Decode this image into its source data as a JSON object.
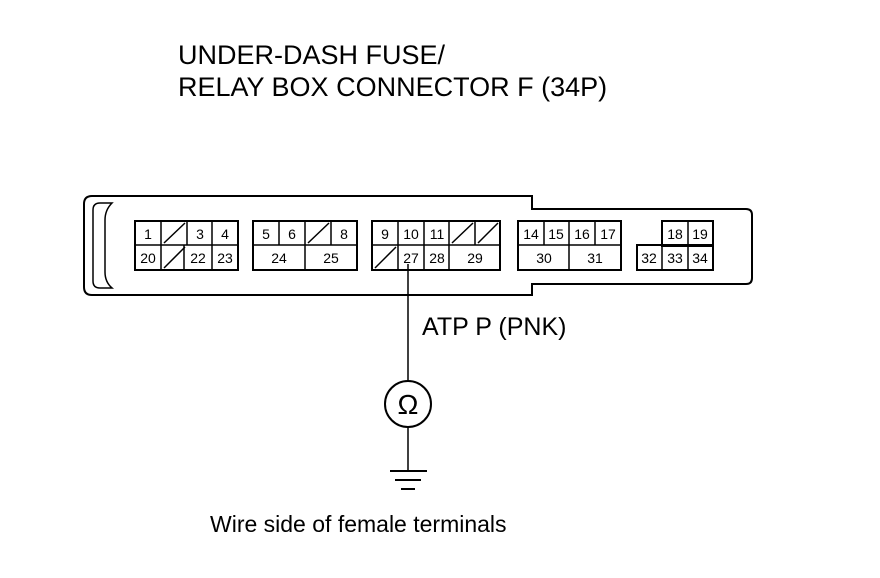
{
  "title": {
    "line1": "UNDER-DASH FUSE/",
    "line2": "RELAY BOX CONNECTOR F (34P)"
  },
  "wire_label": "ATP P (PNK)",
  "meter_symbol": "Ω",
  "caption": "Wire side of female terminals",
  "pins": {
    "p1": "1",
    "p3": "3",
    "p4": "4",
    "p5": "5",
    "p6": "6",
    "p8": "8",
    "p9": "9",
    "p10": "10",
    "p11": "11",
    "p14": "14",
    "p15": "15",
    "p16": "16",
    "p17": "17",
    "p18": "18",
    "p19": "19",
    "p20": "20",
    "p22": "22",
    "p23": "23",
    "p24": "24",
    "p25": "25",
    "p27": "27",
    "p28": "28",
    "p29": "29",
    "p30": "30",
    "p31": "31",
    "p32": "32",
    "p33": "33",
    "p34": "34"
  }
}
